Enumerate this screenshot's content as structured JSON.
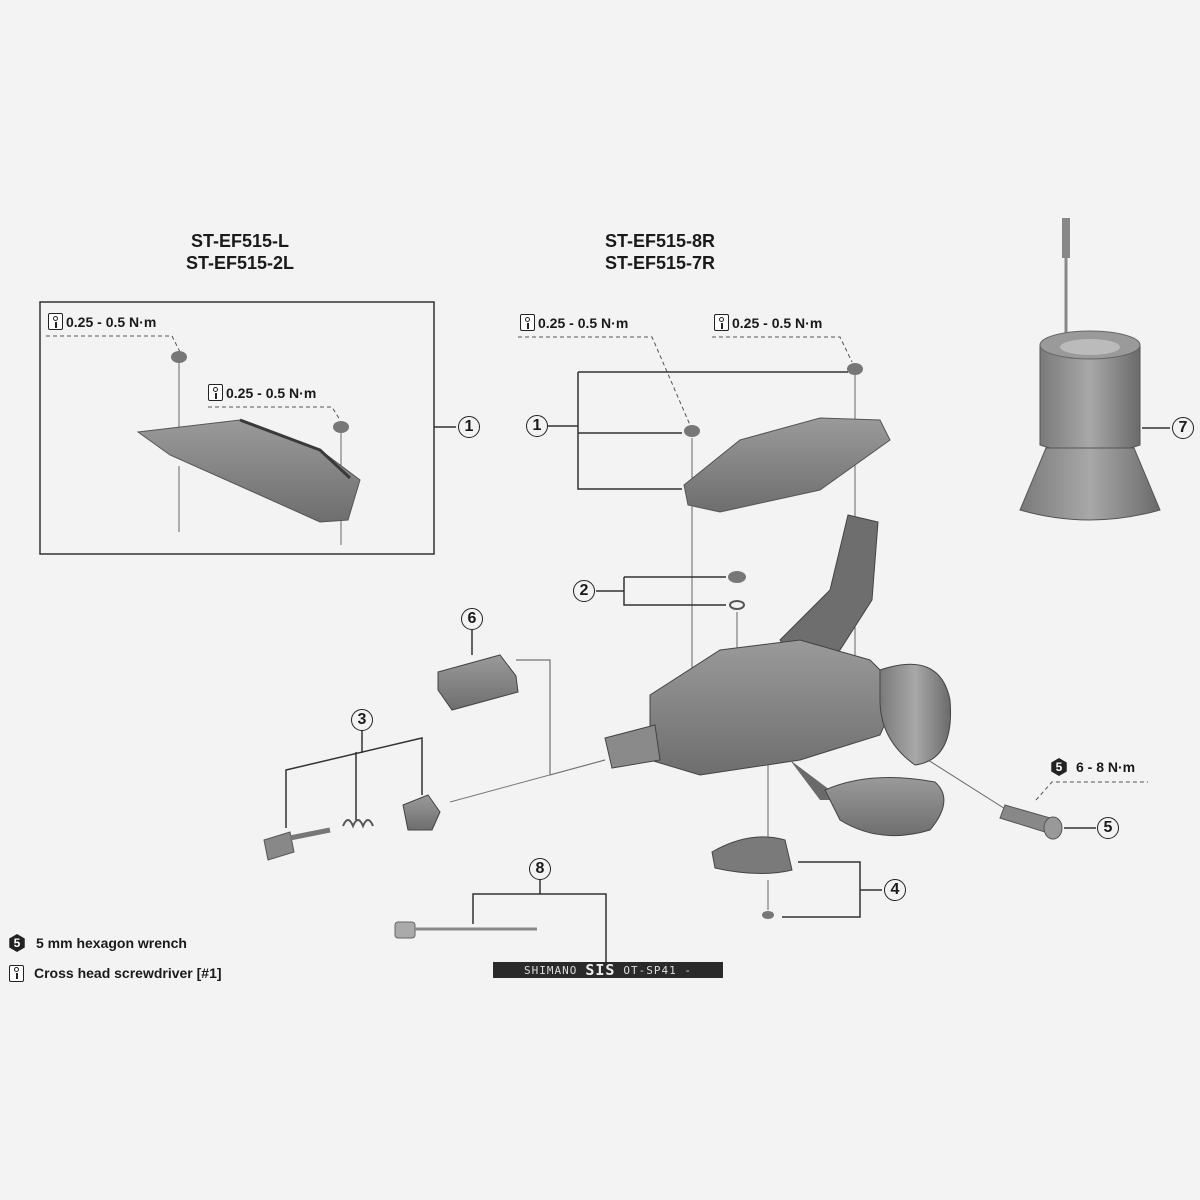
{
  "diagram": {
    "type": "exploded-parts-diagram",
    "groups": [
      {
        "id": "left",
        "model_lines": [
          "ST-EF515-L",
          "ST-EF515-2L"
        ]
      },
      {
        "id": "right",
        "model_lines": [
          "ST-EF515-8R",
          "ST-EF515-7R"
        ]
      }
    ],
    "torque_specs": {
      "left_cover_screw_1": "0.25 - 0.5 N·m",
      "left_cover_screw_2": "0.25 - 0.5 N·m",
      "right_cover_screw_1": "0.25 - 0.5 N·m",
      "right_cover_screw_2": "0.25 - 0.5 N·m",
      "clamp_bolt": "6 - 8 N·m"
    },
    "tool_icon_numbers": {
      "hex": "5"
    },
    "callouts": [
      "1",
      "1",
      "2",
      "3",
      "4",
      "5",
      "6",
      "7",
      "8"
    ],
    "cable_label": {
      "brand": "SHIMANO",
      "series": "SIS",
      "code": "OT-SP41 -"
    }
  },
  "legend": [
    {
      "icon": "hex-wrench-icon",
      "icon_text": "5",
      "label": "5 mm hexagon wrench"
    },
    {
      "icon": "screwdriver-icon",
      "label": "Cross head screwdriver [#1]"
    }
  ]
}
